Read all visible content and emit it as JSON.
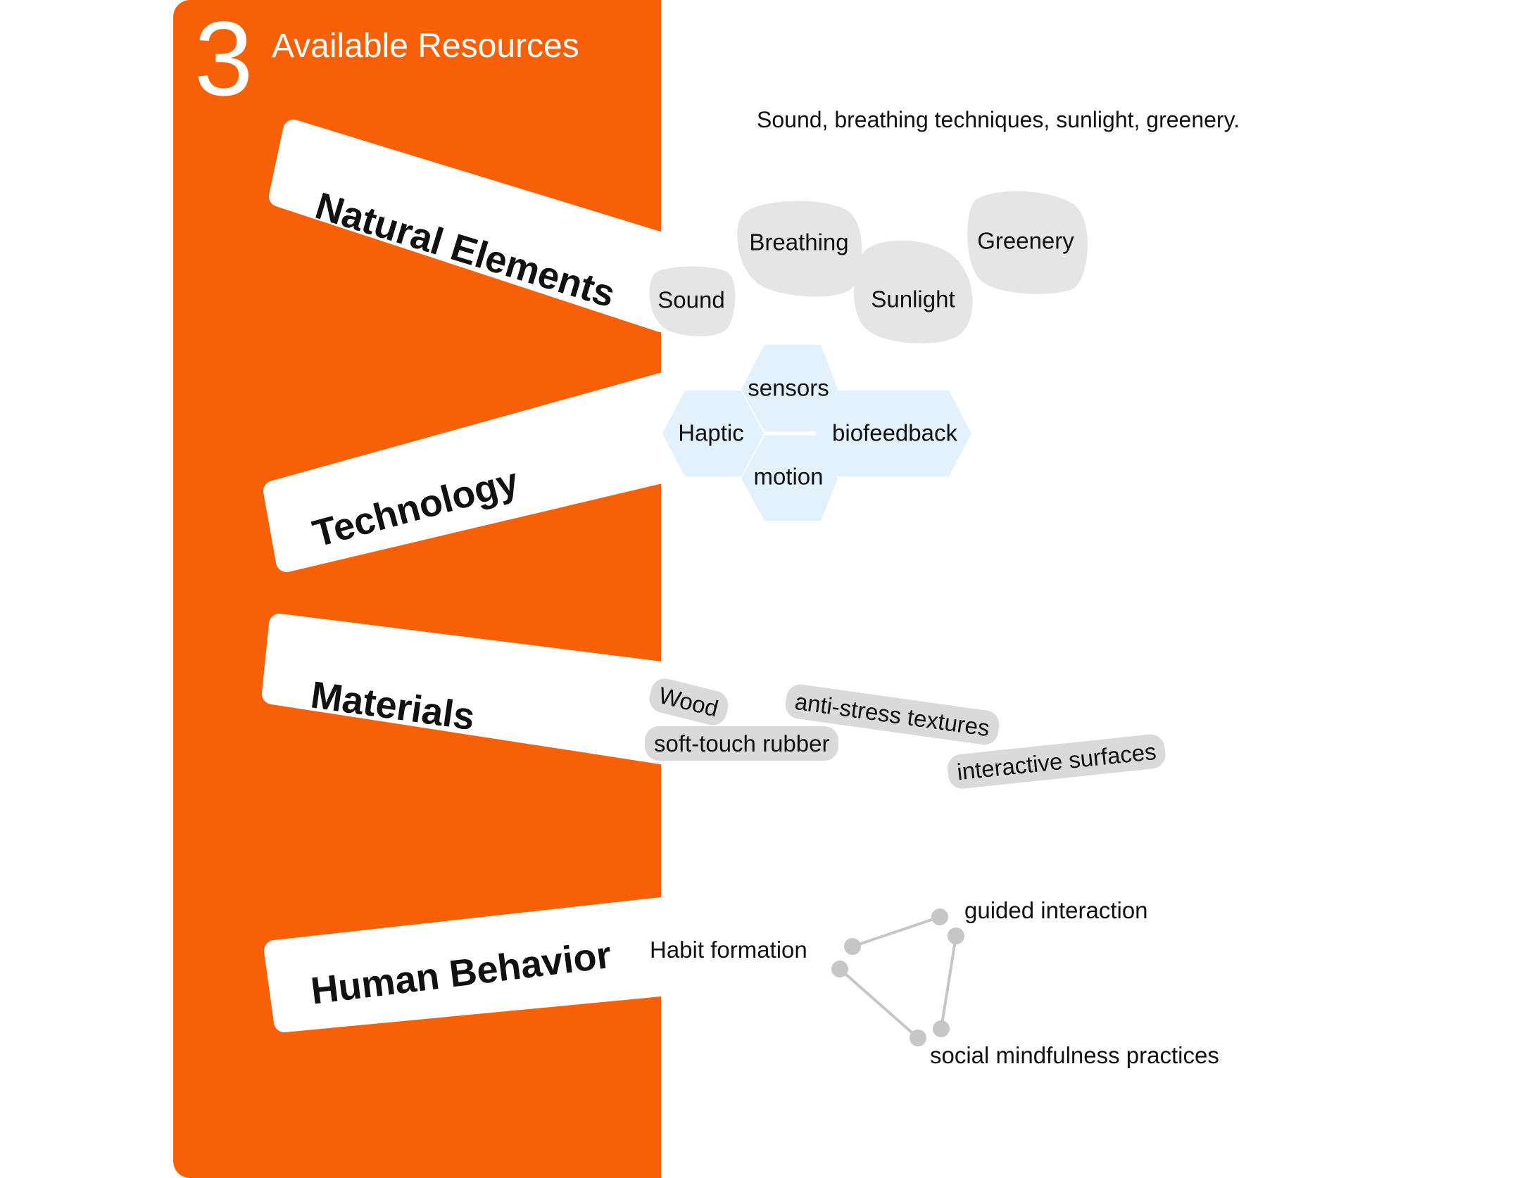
{
  "header": {
    "number": "3",
    "title": "Available Resources"
  },
  "natural_note": "Sound, breathing techniques, sunlight, greenery.",
  "categories": {
    "natural": "Natural Elements",
    "technology": "Technology",
    "materials": "Materials",
    "human": "Human Behavior"
  },
  "natural_items": [
    "Sound",
    "Breathing",
    "Sunlight",
    "Greenery"
  ],
  "technology_items": [
    "sensors",
    "Haptic",
    "biofeedback",
    "motion"
  ],
  "materials_items": [
    "Wood",
    "anti-stress textures",
    "soft-touch rubber",
    "interactive surfaces"
  ],
  "human_items": [
    "Habit formation",
    "guided interaction",
    "social mindfulness practices"
  ],
  "colors": {
    "accent": "#F86008",
    "banner": "#FFFFFF",
    "blob": "#E5E5E5",
    "hexagon": "#E3F1FC",
    "chip": "#DADADA",
    "node": "#C6C6C6"
  }
}
